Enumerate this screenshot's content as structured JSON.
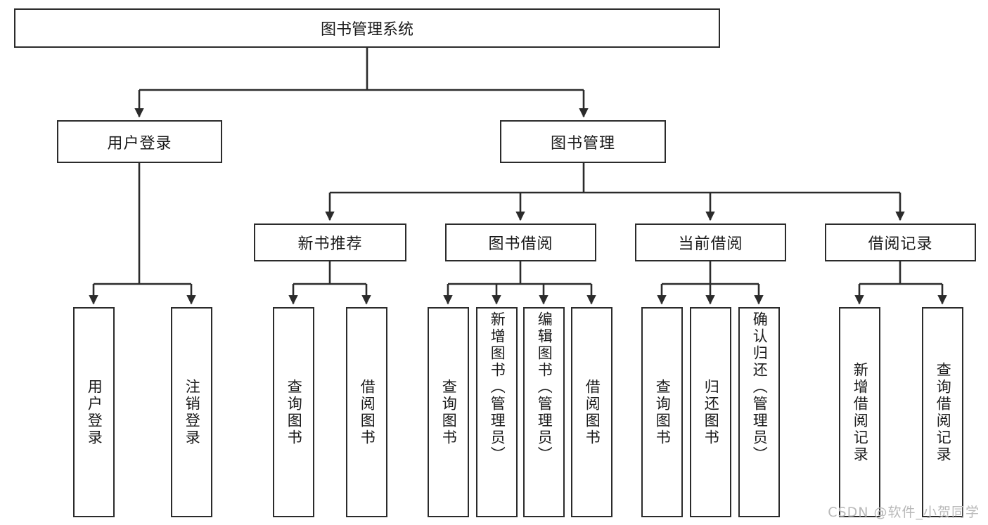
{
  "diagram": {
    "type": "tree-hierarchy",
    "title": "图书管理系统",
    "root": {
      "label": "图书管理系统"
    },
    "level2": [
      {
        "id": "user-login",
        "label": "用户登录"
      },
      {
        "id": "book-management",
        "label": "图书管理"
      }
    ],
    "level3": [
      {
        "id": "new-book-recommend",
        "label": "新书推荐"
      },
      {
        "id": "book-borrow",
        "label": "图书借阅"
      },
      {
        "id": "current-borrow",
        "label": "当前借阅"
      },
      {
        "id": "borrow-record",
        "label": "借阅记录"
      }
    ],
    "leaves": {
      "user_login": [
        {
          "id": "leaf-user-login",
          "label": "用户登录"
        },
        {
          "id": "leaf-user-logout",
          "label": "注销登录"
        }
      ],
      "new_book_recommend": [
        {
          "id": "leaf-query-book-1",
          "label": "查询图书"
        },
        {
          "id": "leaf-borrow-book-1",
          "label": "借阅图书"
        }
      ],
      "book_borrow": [
        {
          "id": "leaf-query-book-2",
          "label": "查询图书"
        },
        {
          "id": "leaf-add-book",
          "label": "新增图书（管理员）"
        },
        {
          "id": "leaf-edit-book",
          "label": "编辑图书（管理员）"
        },
        {
          "id": "leaf-borrow-book-2",
          "label": "借阅图书"
        }
      ],
      "current_borrow": [
        {
          "id": "leaf-query-book-3",
          "label": "查询图书"
        },
        {
          "id": "leaf-return-book",
          "label": "归还图书"
        },
        {
          "id": "leaf-confirm-return",
          "label": "确认归还（管理员）"
        }
      ],
      "borrow_record": [
        {
          "id": "leaf-add-record",
          "label": "新增借阅记录"
        },
        {
          "id": "leaf-query-record",
          "label": "查询借阅记录"
        }
      ]
    }
  },
  "watermark": {
    "text": "CSDN @软件_小贺同学"
  },
  "colors": {
    "stroke": "#2b2b2b",
    "background": "#ffffff",
    "text": "#1a1a1a",
    "watermark": "#b9b9b9"
  }
}
